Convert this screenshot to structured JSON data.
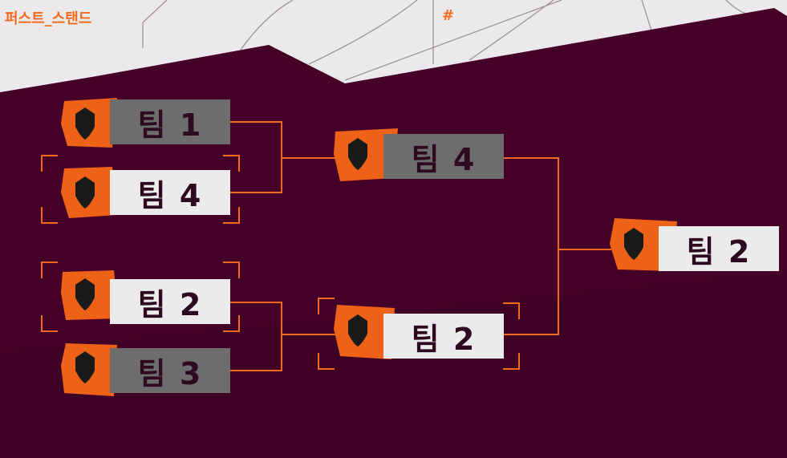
{
  "header": {
    "stage_name": "퍼스트_스탠드",
    "hashtag": "#"
  },
  "colors": {
    "panel": "#45002a",
    "panel_dark": "#3a0024",
    "accent": "#f26a1e",
    "light_bg": "#ece9ec",
    "loser_box": "#6d6d6d",
    "winner_box": "#ebebeb",
    "team_text": "#2e0a20"
  },
  "bracket": {
    "round1": [
      {
        "team": "팀 1",
        "status": "eliminated"
      },
      {
        "team": "팀 4",
        "status": "advanced"
      },
      {
        "team": "팀 2",
        "status": "advanced"
      },
      {
        "team": "팀 3",
        "status": "eliminated"
      }
    ],
    "round2": [
      {
        "team": "팀 4",
        "status": "eliminated"
      },
      {
        "team": "팀 2",
        "status": "advanced"
      }
    ],
    "champion": {
      "team": "팀 2",
      "status": "winner"
    }
  },
  "icons": {
    "team_badge": "shield-icon"
  }
}
